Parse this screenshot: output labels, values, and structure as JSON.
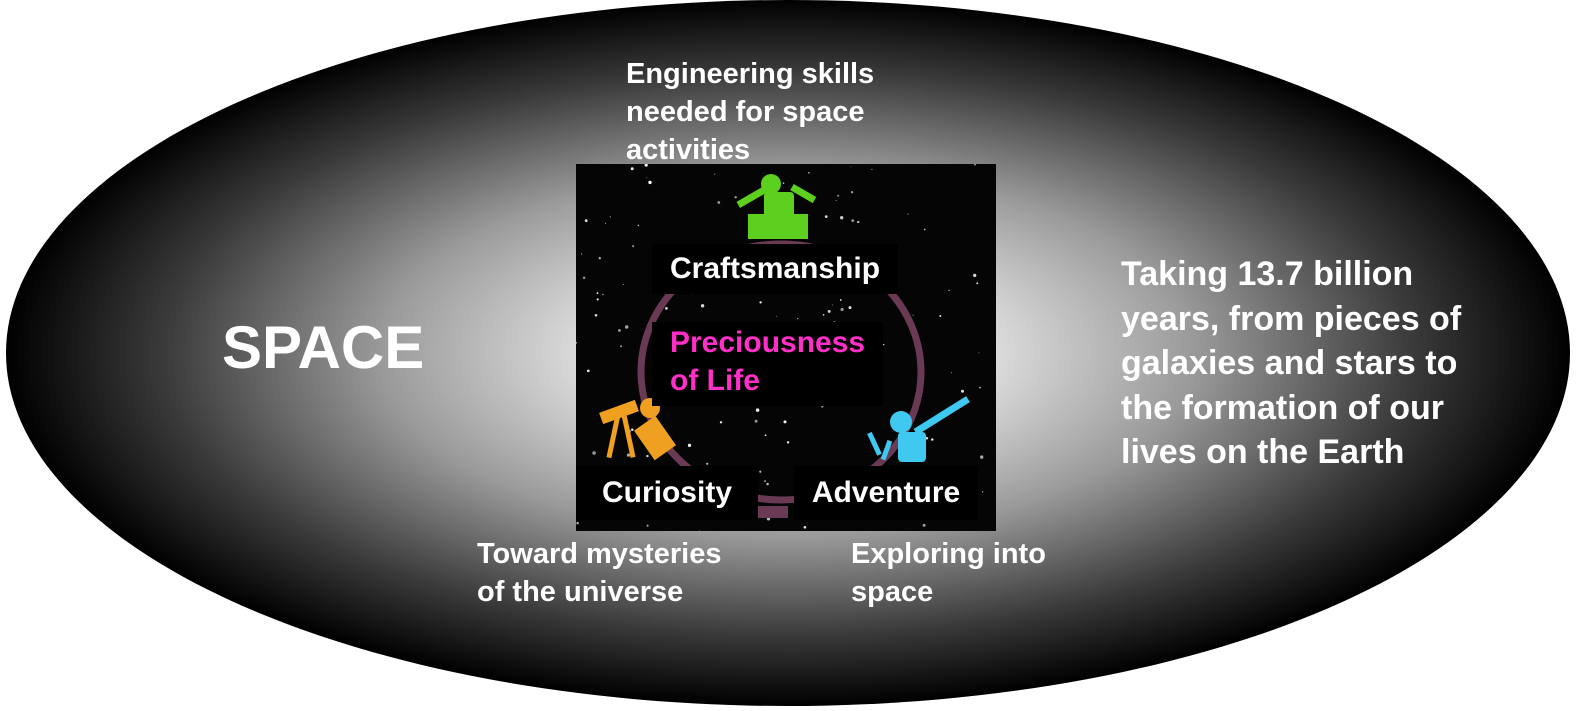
{
  "diagram": {
    "title": "SPACE",
    "description": "Taking 13.7 billion years, from pieces of galaxies and stars to the formation of our lives on the Earth",
    "description_lines": [
      "Taking 13.7 billion",
      "years, from pieces of",
      "galaxies and stars to",
      "the formation of our",
      "lives on the Earth"
    ],
    "top_note_lines": [
      "Engineering skills",
      "needed for space",
      "activities"
    ],
    "bottom_left_note_lines": [
      "Toward mysteries",
      "of the universe"
    ],
    "bottom_right_note_lines": [
      "Exploring into",
      "space"
    ],
    "center": {
      "craftsmanship": "Craftsmanship",
      "preciousness_lines": [
        "Preciousness",
        "of Life"
      ],
      "curiosity": "Curiosity",
      "adventure": "Adventure"
    },
    "colors": {
      "accent_magenta": "#ff2fc8",
      "figure_green": "#5ccf1f",
      "figure_orange": "#f0a020",
      "figure_cyan": "#3fc8f0",
      "ring": "#6a3a55"
    },
    "icons": [
      "green-figure-icon",
      "telescope-figure-icon",
      "pointing-figure-icon"
    ]
  }
}
